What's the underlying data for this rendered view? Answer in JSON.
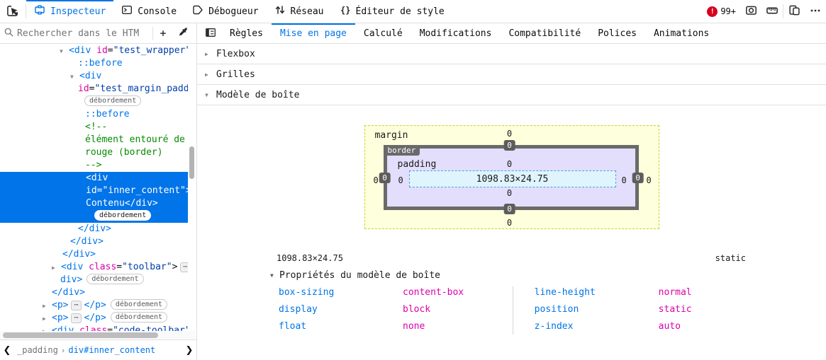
{
  "toolbar": {
    "tabs": [
      {
        "label": "Inspecteur",
        "icon": "inspector-icon",
        "active": true
      },
      {
        "label": "Console",
        "icon": "console-icon",
        "active": false
      },
      {
        "label": "Débogueur",
        "icon": "debugger-icon",
        "active": false
      },
      {
        "label": "Réseau",
        "icon": "network-icon",
        "active": false
      },
      {
        "label": "Éditeur de style",
        "icon": "style-editor-icon",
        "active": false
      }
    ],
    "error_count": "99+",
    "right_icons": [
      "error-badge",
      "screenshot-icon",
      "ruler-icon",
      "responsive-mode-icon",
      "menu-icon"
    ]
  },
  "search": {
    "placeholder": "Rechercher dans le HTML",
    "add_label": "+"
  },
  "panel_tabs": [
    {
      "label": "Règles",
      "active": false
    },
    {
      "label": "Mise en page",
      "active": true
    },
    {
      "label": "Calculé",
      "active": false
    },
    {
      "label": "Modifications",
      "active": false
    },
    {
      "label": "Compatibilité",
      "active": false
    },
    {
      "label": "Polices",
      "active": false
    },
    {
      "label": "Animations",
      "active": false
    }
  ],
  "tree": {
    "lines": [
      {
        "indent": 84,
        "arrow": "down",
        "segments": [
          [
            "tag",
            "<div "
          ],
          [
            "attr",
            "id"
          ],
          [
            "punct",
            "="
          ],
          [
            "value",
            "\"test_wrapper\""
          ]
        ]
      },
      {
        "indent": 110,
        "segments": [
          [
            "pseudo",
            "::before"
          ]
        ]
      },
      {
        "indent": 99,
        "arrow": "down",
        "segments": [
          [
            "tag",
            "<div"
          ]
        ]
      },
      {
        "indent": 110,
        "segments": [
          [
            "attr",
            "id"
          ],
          [
            "punct",
            "="
          ],
          [
            "value",
            "\"test_margin_padd"
          ]
        ]
      },
      {
        "indent": 113,
        "segments": [
          [
            "badge",
            "débordement"
          ]
        ]
      },
      {
        "indent": 120,
        "segments": [
          [
            "pseudo",
            "::before"
          ]
        ]
      },
      {
        "indent": 120,
        "segments": [
          [
            "comment",
            "<!--"
          ]
        ]
      },
      {
        "indent": 120,
        "segments": [
          [
            "comment",
            "élément entouré de"
          ]
        ]
      },
      {
        "indent": 120,
        "segments": [
          [
            "comment",
            "rouge (border)"
          ]
        ]
      },
      {
        "indent": 120,
        "segments": [
          [
            "comment",
            "-->"
          ]
        ]
      },
      {
        "indent": 121,
        "selected": true,
        "segments": [
          [
            "tag",
            "<div"
          ]
        ]
      },
      {
        "indent": 121,
        "selected": true,
        "segments": [
          [
            "attr",
            "id"
          ],
          [
            "punct",
            "="
          ],
          [
            "value",
            "\"inner_content\""
          ],
          [
            "punct",
            ">"
          ]
        ]
      },
      {
        "indent": 121,
        "selected": true,
        "segments": [
          [
            "text",
            "Contenu"
          ],
          [
            "tag",
            "</div>"
          ]
        ]
      },
      {
        "indent": 127,
        "selected": true,
        "segments": [
          [
            "badge-selected",
            "débordement"
          ]
        ]
      },
      {
        "indent": 110,
        "segments": [
          [
            "tag",
            "</div>"
          ]
        ]
      },
      {
        "indent": 99,
        "segments": [
          [
            "tag",
            "</div>"
          ]
        ]
      },
      {
        "indent": 88,
        "segments": [
          [
            "tag",
            "</div>"
          ]
        ]
      },
      {
        "indent": 73,
        "arrow": "right",
        "segments": [
          [
            "tag",
            "<div "
          ],
          [
            "attr",
            "class"
          ],
          [
            "punct",
            "="
          ],
          [
            "value",
            "\"toolbar\""
          ],
          [
            "punct",
            ">"
          ],
          [
            "ellipsis",
            "⋯"
          ]
        ]
      },
      {
        "indent": 85,
        "segments": [
          [
            "tag",
            "div>"
          ],
          [
            "badge",
            "débordement"
          ]
        ]
      },
      {
        "indent": 73,
        "segments": [
          [
            "tag",
            "</div>"
          ]
        ]
      },
      {
        "indent": 60,
        "arrow": "right",
        "segments": [
          [
            "tag",
            "<p>"
          ],
          [
            "ellipsis",
            "⋯"
          ],
          [
            "tag",
            "</p>"
          ],
          [
            "badge",
            "débordement"
          ]
        ]
      },
      {
        "indent": 60,
        "arrow": "right",
        "segments": [
          [
            "tag",
            "<p>"
          ],
          [
            "ellipsis",
            "⋯"
          ],
          [
            "tag",
            "</p>"
          ],
          [
            "badge",
            "débordement"
          ]
        ]
      },
      {
        "indent": 60,
        "arrow": "right",
        "segments": [
          [
            "tag",
            "<div "
          ],
          [
            "attr",
            "class"
          ],
          [
            "punct",
            "="
          ],
          [
            "value",
            "\"code-toolbar\""
          ]
        ]
      }
    ]
  },
  "breadcrumb": {
    "prev": "_padding",
    "separator": "›",
    "current": "div#inner_content"
  },
  "layout": {
    "sections": [
      {
        "label": "Flexbox",
        "collapsed": true
      },
      {
        "label": "Grilles",
        "collapsed": true
      },
      {
        "label": "Modèle de boîte",
        "collapsed": false
      }
    ],
    "box_model": {
      "margin_label": "margin",
      "border_label": "border",
      "padding_label": "padding",
      "content_size": "1098.83×24.75",
      "values": {
        "margin_top": "0",
        "margin_bottom": "0",
        "margin_left": "0",
        "margin_right": "0",
        "border_top": "0",
        "border_bottom": "0",
        "border_left": "0",
        "border_right": "0",
        "padding_top": "0",
        "padding_bottom": "0",
        "padding_left": "0",
        "padding_right": "0"
      }
    },
    "summary": {
      "dimensions": "1098.83×24.75",
      "position": "static"
    },
    "properties_header": "Propriétés du modèle de boîte",
    "properties": {
      "left": [
        {
          "name": "box-sizing",
          "value": "content-box"
        },
        {
          "name": "display",
          "value": "block"
        },
        {
          "name": "float",
          "value": "none"
        }
      ],
      "right": [
        {
          "name": "line-height",
          "value": "normal"
        },
        {
          "name": "position",
          "value": "static"
        },
        {
          "name": "z-index",
          "value": "auto"
        }
      ]
    }
  },
  "colors": {
    "accent": "#0074e8",
    "selection": "#0074e8",
    "error": "#d70022",
    "tag": "#0074e8",
    "attribute": "#dd00a9",
    "attr_value": "#003eaa",
    "comment": "#058b00",
    "margin_bg": "#feffdc",
    "padding_bg": "#e3defb",
    "content_bg": "#e0f4fe",
    "border_box": "#6a6a6a"
  }
}
